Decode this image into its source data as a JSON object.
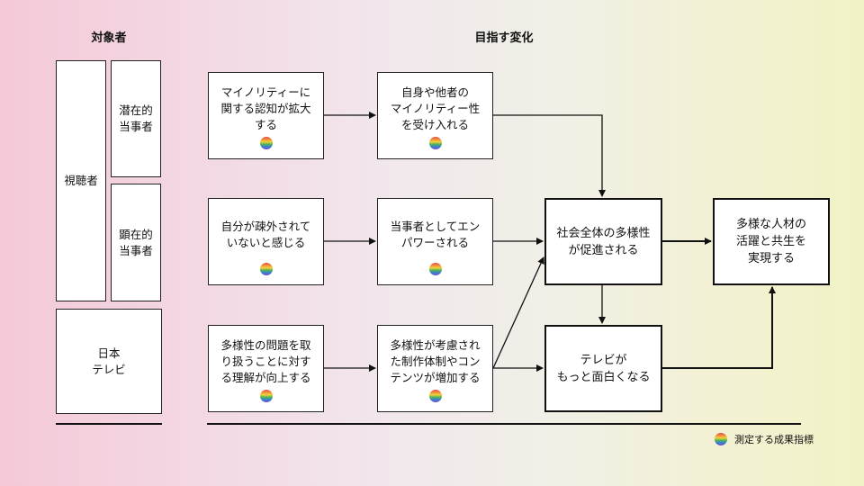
{
  "headers": {
    "target": "対象者",
    "change": "目指す変化"
  },
  "targets": {
    "viewers": "視聴者",
    "latent": "潜在的\n当事者",
    "manifest": "顕在的\n当事者",
    "tv": "日本\nテレビ"
  },
  "activities": [
    "マイノリティーに\n関する認知が拡大\nする",
    "自分が疎外されて\nいないと感じる",
    "多様性の問題を取\nり扱うことに対す\nる理解が向上する"
  ],
  "changes": [
    "自身や他者の\nマイノリティー性\nを受け入れる",
    "当事者としてエン\nパワーされる",
    "多様性が考慮され\nた制作体制やコン\nテンツが増加する"
  ],
  "outcomes": {
    "diversity": "社会全体の多様性\nが促進される",
    "tv_fun": "テレビが\nもっと面白くなる",
    "final": "多様な人材の\n活躍と共生を\n実現する"
  },
  "legend": {
    "label": "測定する成果指標",
    "icon": "rainbow-circle"
  },
  "colors": {
    "background_left": "#f4c9d8",
    "background_right": "#f1f3c6",
    "line": "#111111"
  }
}
